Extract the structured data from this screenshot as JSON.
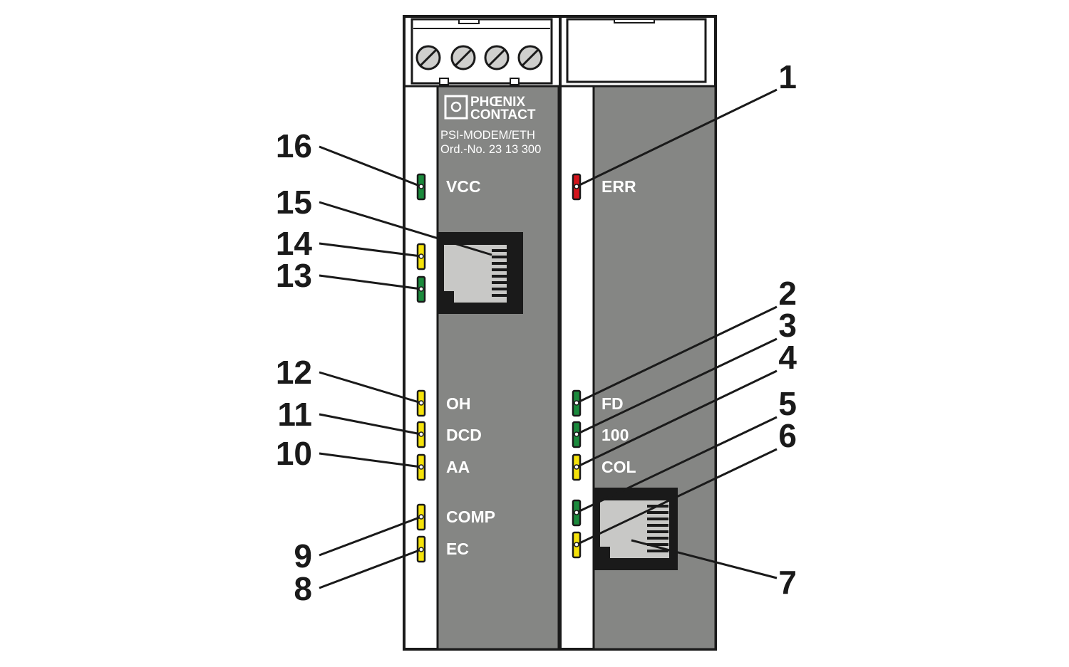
{
  "device": {
    "brand_line1": "PHŒNIX",
    "brand_line2": "CONTACT",
    "model": "PSI-MODEM/ETH",
    "order_no": "Ord.-No. 23 13 300"
  },
  "colors": {
    "panel": "#858684",
    "outline": "#1a1a1a",
    "led_green": "#1b8a3c",
    "led_yellow": "#f5e20a",
    "led_red": "#d4141c",
    "port_inner": "#c8c8c6"
  },
  "led_labels": {
    "vcc": "VCC",
    "oh": "OH",
    "dcd": "DCD",
    "aa": "AA",
    "comp": "COMP",
    "ec": "EC",
    "err": "ERR",
    "fd": "FD",
    "speed100": "100",
    "col": "COL"
  },
  "leds": {
    "vcc": "green",
    "lan_left_top": "yellow",
    "lan_left_bottom": "green",
    "oh": "yellow",
    "dcd": "yellow",
    "aa": "yellow",
    "comp": "yellow",
    "ec": "yellow",
    "err": "red",
    "fd": "green",
    "speed100": "green",
    "col": "yellow",
    "port_right_top": "green",
    "port_right_bottom": "yellow"
  },
  "callouts": [
    "1",
    "2",
    "3",
    "4",
    "5",
    "6",
    "7",
    "8",
    "9",
    "10",
    "11",
    "12",
    "13",
    "14",
    "15",
    "16"
  ]
}
